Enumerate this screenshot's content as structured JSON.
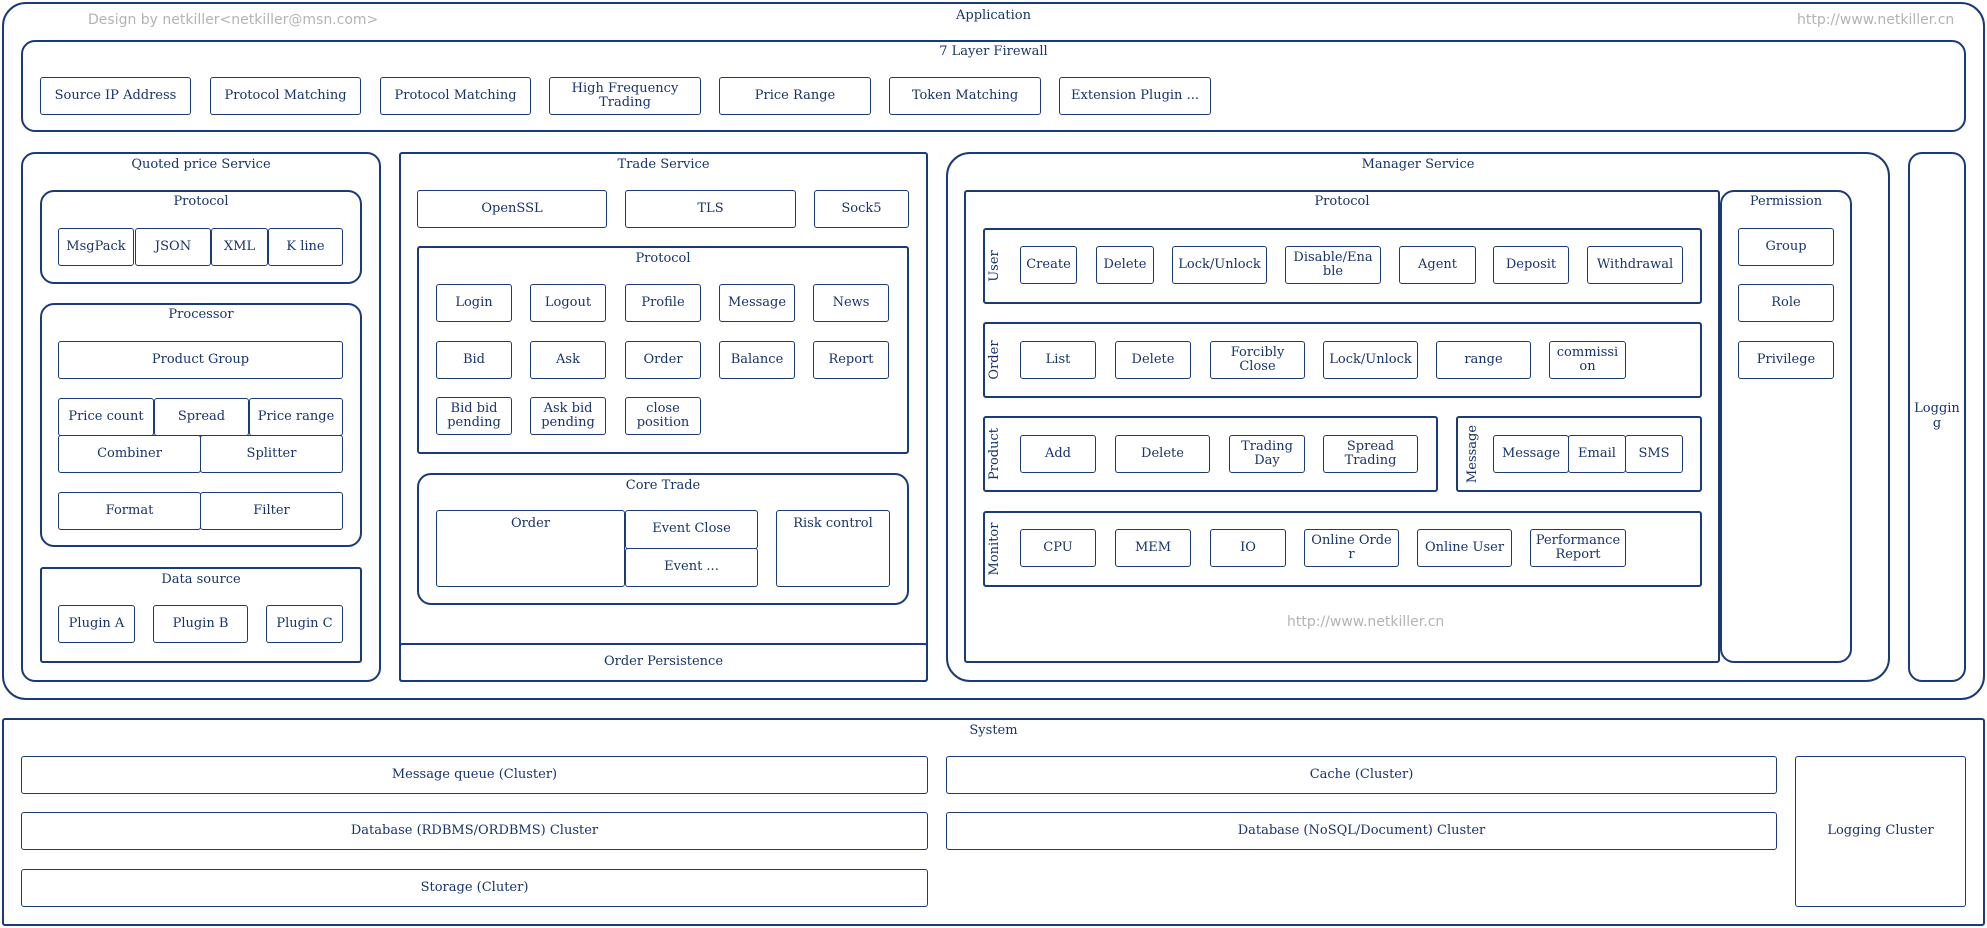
{
  "watermarks": {
    "author": "Design by netkiller<netkiller@msn.com>",
    "site_top": "http://www.netkiller.cn",
    "site_center": "http://www.netkiller.cn"
  },
  "application": {
    "title": "Application",
    "firewall": {
      "title": "7 Layer Firewall",
      "items": [
        "Source IP Address",
        "Protocol Matching",
        "Protocol Matching",
        "High Frequency\nTrading",
        "Price Range",
        "Token Matching",
        "Extension Plugin ..."
      ]
    },
    "quoted": {
      "title": "Quoted price Service",
      "protocol": {
        "title": "Protocol",
        "items": [
          "MsgPack",
          "JSON",
          "XML",
          "K line"
        ]
      },
      "processor": {
        "title": "Processor",
        "product_group": "Product Group",
        "price_count": "Price count",
        "spread": "Spread",
        "price_range": "Price range",
        "combiner": "Combiner",
        "splitter": "Splitter",
        "format": "Format",
        "filter": "Filter"
      },
      "datasource": {
        "title": "Data source",
        "items": [
          "Plugin A",
          "Plugin B",
          "Plugin C"
        ]
      }
    },
    "trade": {
      "title": "Trade Service",
      "security": [
        "OpenSSL",
        "TLS",
        "Sock5"
      ],
      "protocol": {
        "title": "Protocol",
        "row1": [
          "Login",
          "Logout",
          "Profile",
          "Message",
          "News"
        ],
        "row2": [
          "Bid",
          "Ask",
          "Order",
          "Balance",
          "Report"
        ],
        "row3": [
          "Bid bid\npending",
          "Ask bid\npending",
          "close\nposition"
        ]
      },
      "core": {
        "title": "Core Trade",
        "order": "Order",
        "event_close": "Event Close",
        "event_more": "Event ...",
        "risk": "Risk control"
      },
      "persistence": "Order Persistence"
    },
    "manager": {
      "title": "Manager Service",
      "protocol_title": "Protocol",
      "user": {
        "label": "User",
        "items": [
          "Create",
          "Delete",
          "Lock/Unlock",
          "Disable/Enable",
          "Agent",
          "Deposit",
          "Withdrawal"
        ]
      },
      "order": {
        "label": "Order",
        "items": [
          "List",
          "Delete",
          "Forcibly\nClose",
          "Lock/Unlock",
          "range",
          "commission"
        ]
      },
      "product": {
        "label": "Product",
        "items": [
          "Add",
          "Delete",
          "Trading\nDay",
          "Spread\nTrading"
        ]
      },
      "message": {
        "label": "Message",
        "items": [
          "Message",
          "Email",
          "SMS"
        ]
      },
      "monitor": {
        "label": "Monitor",
        "items": [
          "CPU",
          "MEM",
          "IO",
          "Online Order",
          "Online User",
          "Performance\nReport"
        ]
      },
      "permission": {
        "title": "Permission",
        "items": [
          "Group",
          "Role",
          "Privilege"
        ]
      }
    },
    "logging": "Logging"
  },
  "system": {
    "title": "System",
    "message_queue": "Message queue (Cluster)",
    "cache": "Cache (Cluster)",
    "db_rdbms": "Database (RDBMS/ORDBMS) Cluster",
    "db_nosql": "Database (NoSQL/Document) Cluster",
    "storage": "Storage (Cluter)",
    "logging_cluster": "Logging Cluster"
  }
}
